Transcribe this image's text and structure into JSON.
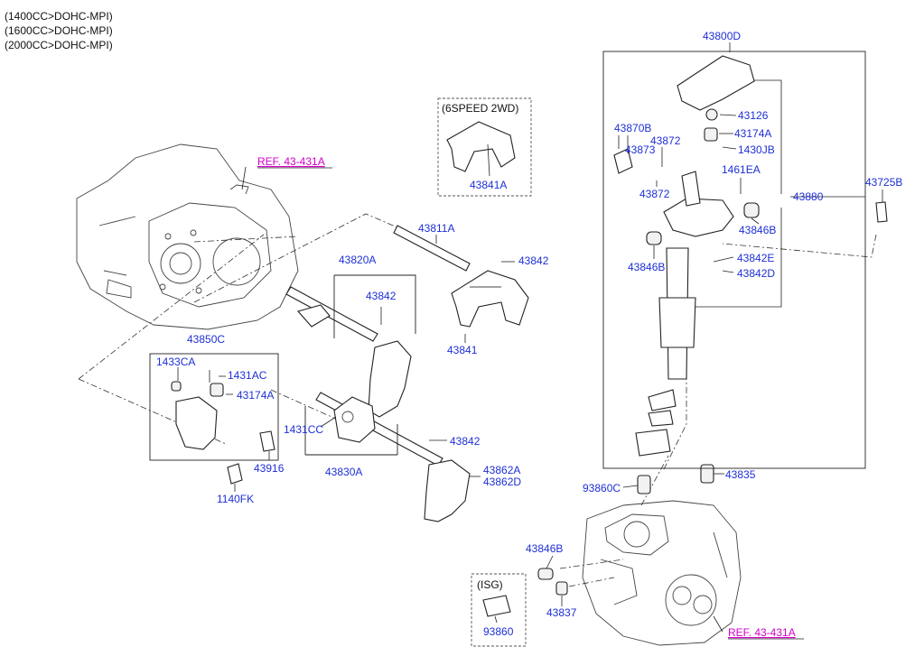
{
  "header_lines": [
    "(1400CC>DOHC-MPI)",
    "(1600CC>DOHC-MPI)",
    "(2000CC>DOHC-MPI)"
  ],
  "ref_top": "REF. 43-431A",
  "ref_bottom": "REF. 43-431A",
  "box_6speed_label": "(6SPEED 2WD)",
  "box_isg_label": "(ISG)",
  "parts": {
    "p43800D": "43800D",
    "p43126": "43126",
    "p43174A_r": "43174A",
    "p1430JB": "1430JB",
    "p43870B": "43870B",
    "p43873": "43873",
    "p43872_a": "43872",
    "p43872_b": "43872",
    "p1461EA": "1461EA",
    "p43880": "43880",
    "p43725B": "43725B",
    "p43846B_a": "43846B",
    "p43846B_b": "43846B",
    "p43842E": "43842E",
    "p43842D": "43842D",
    "p43841A": "43841A",
    "p43811A": "43811A",
    "p43842_a": "43842",
    "p43820A": "43820A",
    "p43842_b": "43842",
    "p43841": "43841",
    "p43850C": "43850C",
    "p1433CA": "1433CA",
    "p1431AC": "1431AC",
    "p43174A_l": "43174A",
    "p1431CC": "1431CC",
    "p43842_c": "43842",
    "p43916": "43916",
    "p43830A": "43830A",
    "p43862A": "43862A",
    "p43862D": "43862D",
    "p1140FK": "1140FK",
    "p93860C": "93860C",
    "p43835": "43835",
    "p43846B_c": "43846B",
    "p43837": "43837",
    "p93860": "93860"
  },
  "colors": {
    "label": "#1d2fd6",
    "ref": "#d400c8",
    "text": "#111111"
  }
}
